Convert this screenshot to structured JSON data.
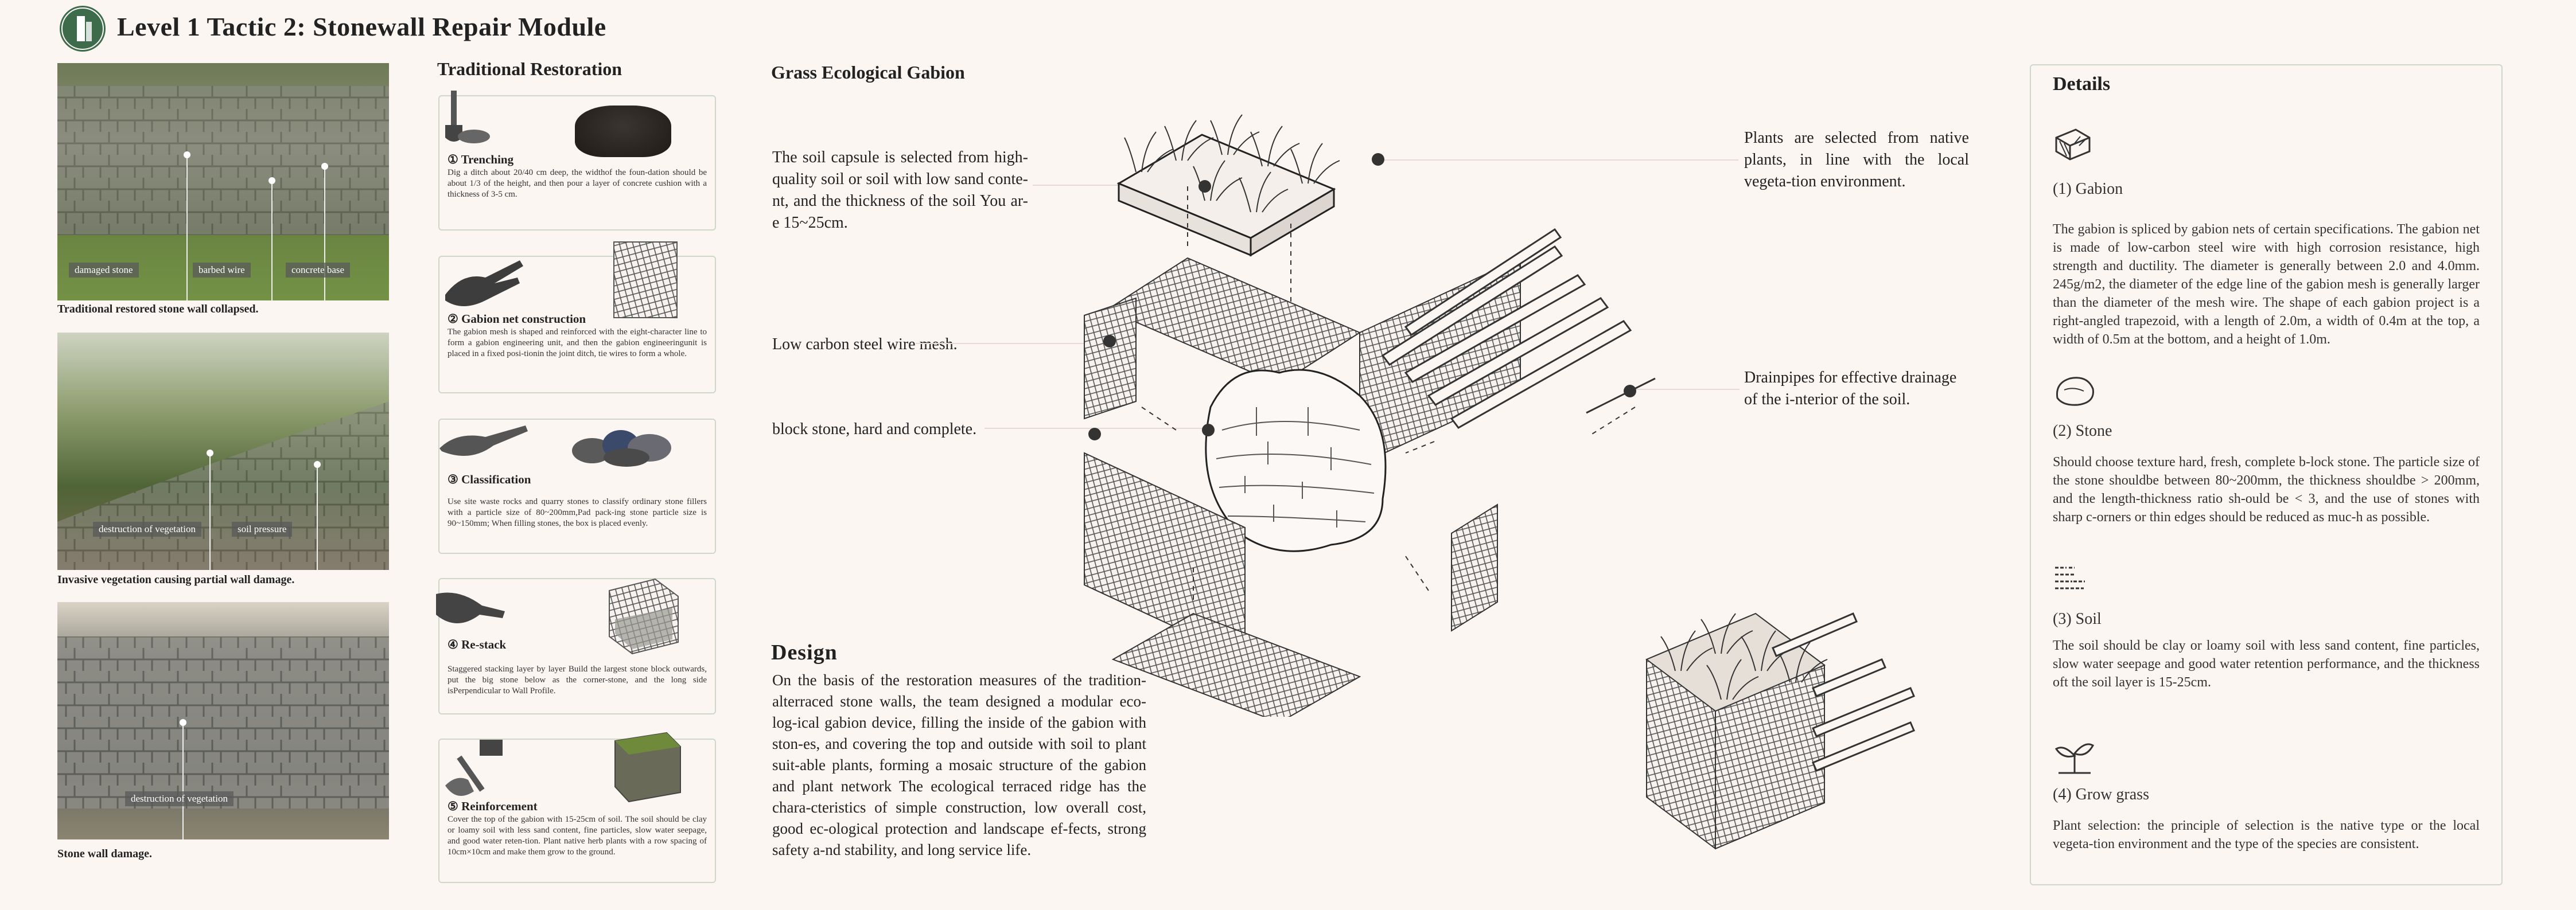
{
  "header": {
    "title": "Level 1 Tactic 2: Stonewall Repair Module"
  },
  "photos": [
    {
      "caption": "Traditional restored stone wall collapsed.",
      "tags": [
        "damaged stone",
        "barbed wire",
        "concrete base"
      ]
    },
    {
      "caption": "Invasive vegetation causing partial wall damage.",
      "tags": [
        "destruction of vegetation",
        "soil pressure"
      ]
    },
    {
      "caption": "Stone wall damage.",
      "tags": [
        "destruction of vegetation"
      ]
    }
  ],
  "restoration": {
    "title": "Traditional Restoration",
    "steps": [
      {
        "heading": "① Trenching",
        "body": "Dig a ditch about 20/40 cm deep, the widthof the foun-dation should be about 1/3 of the height, and then pour a layer of concrete cushion with a thickness of 3-5 cm."
      },
      {
        "heading": "② Gabion net construction",
        "body": "The gabion mesh is shaped and reinforced with the eight-character line to form a gabion engineering unit, and then the gabion engineeringunit is placed in a fixed posi-tionin the joint ditch, tie wires to form a whole."
      },
      {
        "heading": "③ Classification",
        "body": "Use site waste rocks and quarry stones to classify ordinary stone fillers with a particle size of 80~200mm,Pad pack-ing stone particle size is 90~150mm; When filling stones, the box is placed evenly."
      },
      {
        "heading": "④ Re-stack",
        "body": "Staggered stacking layer by layer Build the largest stone block outwards, put the big stone below as the corner-stone, and the long side isPerpendicular to Wall Profile."
      },
      {
        "heading": "⑤ Reinforcement",
        "body": "Cover the top of the gabion with 15-25cm of soil. The soil should be clay or loamy soil with less sand content, fine particles, slow water seepage, and good water reten-tion. Plant native herb plants with a row spacing of 10cm×10cm and make them grow to the ground."
      }
    ]
  },
  "gabion": {
    "title": "Grass Ecological Gabion",
    "notes": {
      "soil": "The soil capsule is selected from high-quality soil or soil with low sand conte-nt, and the thickness of the soil You ar-e 15~25cm.",
      "mesh": "Low carbon steel wire mesh.",
      "stone": "block stone, hard and complete.",
      "plants": "Plants are selected from native plants, in line with the local vegeta-tion environment.",
      "drain": "Drainpipes for effective drainage of the i-nterior of the soil."
    }
  },
  "design": {
    "title": "Design",
    "body": "On the basis of the restoration measures of the tradition-alterraced stone walls, the team designed a modular eco-log-ical gabion device, filling the inside of the gabion with ston-es, and covering the top and outside with soil to plant suit-able plants, forming a mosaic structure of the gabion and plant network The ecological terraced ridge has the chara-cteristics of simple construction, low overall cost, good ec-ological protection and landscape ef-fects, strong safety a-nd stability, and long service life."
  },
  "details": {
    "title": "Details",
    "items": [
      {
        "icon": "gabion-icon",
        "heading": "(1) Gabion",
        "body": "The gabion is spliced by gabion nets of certain specifications. The gabion net is made of low-carbon steel wire with high corrosion resistance, high strength and ductility. The diameter is generally between 2.0 and 4.0mm. 245g/m2, the diameter of the edge line of the gabion mesh is generally larger than the diameter of the mesh wire. The shape of each gabion project is a right-angled trapezoid, with a length of 2.0m, a width of 0.4m at the top, a width of 0.5m at the bottom, and a height of 1.0m."
      },
      {
        "icon": "stone-icon",
        "heading": "(2) Stone",
        "body": "Should choose texture hard, fresh, complete b-lock stone. The particle size of the stone shouldbe between 80~200mm, the thickness shouldbe > 200mm, and the length-thickness ratio sh-ould be < 3, and the use of stones with sharp c-orners or thin edges should be reduced as muc-h as possible."
      },
      {
        "icon": "soil-icon",
        "heading": "(3) Soil",
        "body": "The soil should be clay or loamy soil with less sand content, fine particles, slow water seepage and good water retention performance, and the thickness oft the soil layer is 15-25cm."
      },
      {
        "icon": "sprout-icon",
        "heading": "(4) Grow grass",
        "body": "Plant selection: the principle of selection is the native type or the local vegeta-tion environment and the type of the species are consistent."
      }
    ]
  }
}
